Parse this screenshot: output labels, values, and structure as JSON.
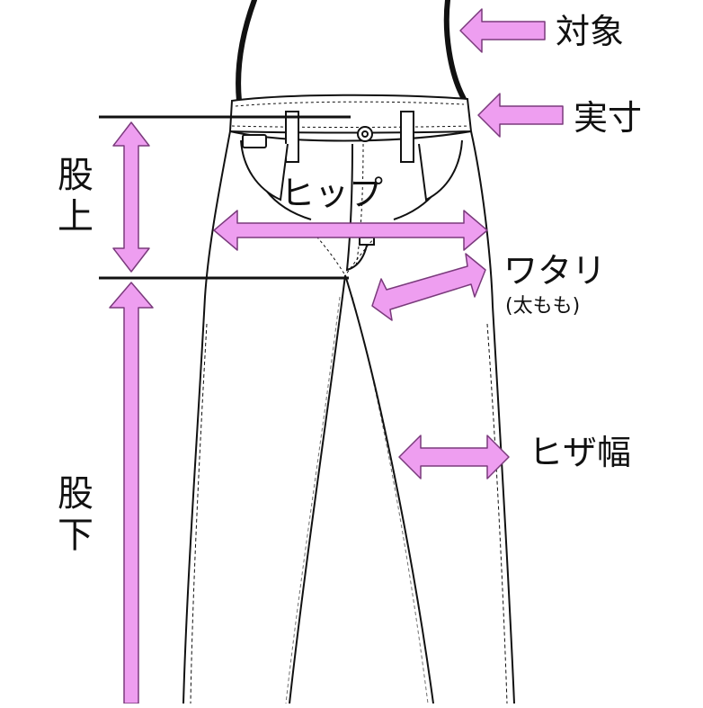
{
  "labels": {
    "taisho": "対象",
    "jissun": "実寸",
    "hip": "ヒップ",
    "watari": "ワタリ",
    "watari_note": "(太もも)",
    "hiza": "ヒザ幅",
    "matagami_1": "股",
    "matagami_2": "上",
    "matashita_1": "股",
    "matashita_2": "下"
  },
  "colors": {
    "arrow_fill": "#ee9ef0",
    "arrow_stroke": "#7a3a7c",
    "line": "#111111"
  }
}
